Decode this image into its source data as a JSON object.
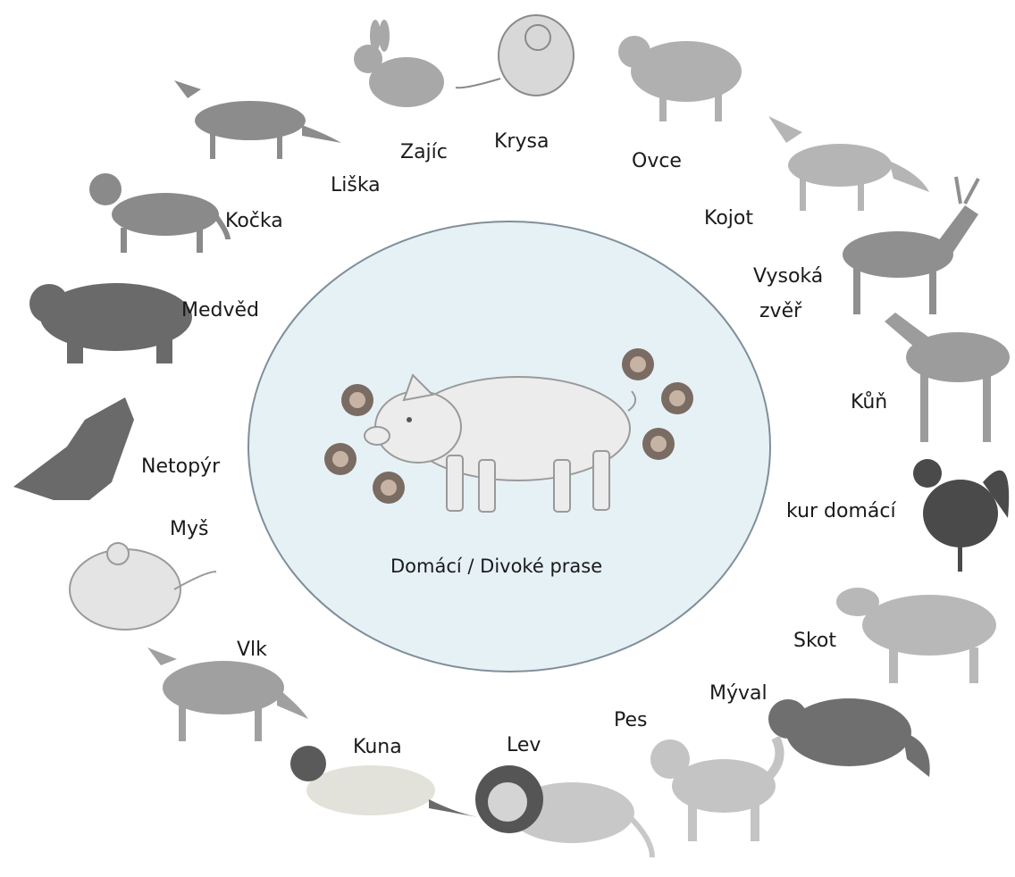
{
  "center": {
    "label": "Domácí / Divoké prase"
  },
  "animals": [
    {
      "id": "zajic",
      "label": "Zajíc",
      "icon": "rabbit-icon"
    },
    {
      "id": "krysa",
      "label": "Krysa",
      "icon": "rat-icon"
    },
    {
      "id": "ovce",
      "label": "Ovce",
      "icon": "sheep-icon"
    },
    {
      "id": "kojot",
      "label": "Kojot",
      "icon": "coyote-icon"
    },
    {
      "id": "vysoka-1",
      "label": "Vysoká",
      "icon": "deer-icon"
    },
    {
      "id": "vysoka-2",
      "label": "zvěř"
    },
    {
      "id": "kun",
      "label": "Kůň",
      "icon": "horse-icon"
    },
    {
      "id": "kur",
      "label": "kur domácí",
      "icon": "chicken-icon"
    },
    {
      "id": "skot",
      "label": "Skot",
      "icon": "cow-icon"
    },
    {
      "id": "myval",
      "label": "Mýval",
      "icon": "raccoon-icon"
    },
    {
      "id": "pes",
      "label": "Pes",
      "icon": "dog-icon"
    },
    {
      "id": "lev",
      "label": "Lev",
      "icon": "lion-icon"
    },
    {
      "id": "kuna",
      "label": "Kuna",
      "icon": "marten-icon"
    },
    {
      "id": "vlk",
      "label": "Vlk",
      "icon": "wolf-icon"
    },
    {
      "id": "mys",
      "label": "Myš",
      "icon": "mouse-icon"
    },
    {
      "id": "netopyr",
      "label": "Netopýr",
      "icon": "bat-icon"
    },
    {
      "id": "medved",
      "label": "Medvěd",
      "icon": "bear-icon"
    },
    {
      "id": "kocka",
      "label": "Kočka",
      "icon": "cat-icon"
    },
    {
      "id": "liska",
      "label": "Liška",
      "icon": "fox-icon"
    }
  ],
  "colors": {
    "circle_fill": "#e6f1f6",
    "circle_stroke": "#7f8f9a",
    "virus": "#7a6b63"
  }
}
